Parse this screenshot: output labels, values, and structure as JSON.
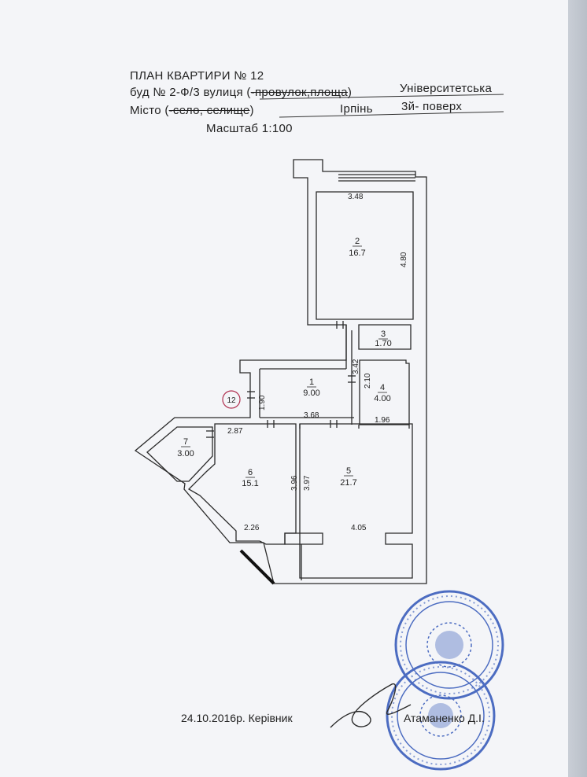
{
  "header": {
    "title": "ПЛАН  КВАРТИРИ  № 12",
    "building_prefix": "буд № 2-Ф/3 вулиця (",
    "building_struck": "-провулок,площа",
    "building_suffix": ")",
    "street_name": "Університетська",
    "city_prefix": "Місто (",
    "city_struck": "-село, селище",
    "city_suffix": ")",
    "city_name": "Ірпінь",
    "floor": "3й- поверх",
    "scale": "Масштаб 1:100"
  },
  "plan": {
    "apartment_marker": "12",
    "rooms": [
      {
        "number": "1",
        "area": "9.00"
      },
      {
        "number": "2",
        "area": "16.7"
      },
      {
        "number": "3",
        "area": "1.70"
      },
      {
        "number": "4",
        "area": "4.00"
      },
      {
        "number": "5",
        "area": "21.7"
      },
      {
        "number": "6",
        "area": "15.1"
      },
      {
        "number": "7",
        "area": "3.00"
      }
    ],
    "dimensions": {
      "d348": "3.48",
      "d480": "4.80",
      "d342": "3.42",
      "d210": "2.10",
      "d190": "1.90",
      "d368": "3.68",
      "d287": "2.87",
      "d196": "1.96",
      "d396": "3.96",
      "d397": "3.97",
      "d226": "2.26",
      "d405": "4.05"
    }
  },
  "footer": {
    "date_role": "24.10.2016р. Керівник",
    "name": "Атаманенко Д.І."
  },
  "colors": {
    "ink": "#222222",
    "stamp": "#2f55b8",
    "paper": "#f4f5f8"
  }
}
